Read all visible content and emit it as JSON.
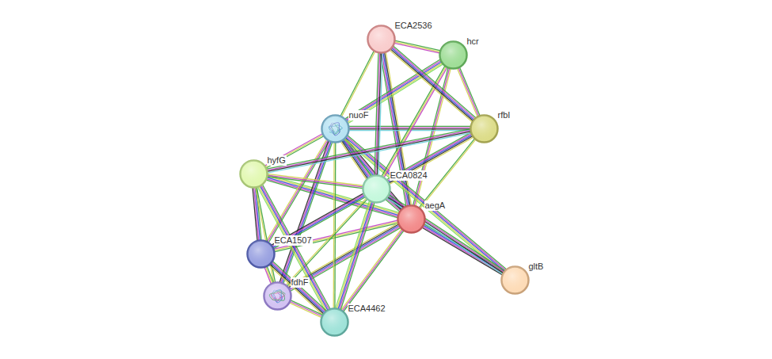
{
  "diagram": {
    "nodes": [
      {
        "text": [
          "ECA2536"
        ]
      },
      {
        "text": [
          "hcr"
        ]
      },
      {
        "text": [
          "nuoF"
        ]
      },
      {
        "text": [
          "rfbI"
        ]
      },
      {
        "text": [
          "hyfG"
        ]
      },
      {
        "text": [
          "ECA0824"
        ]
      },
      {
        "text": [
          "aegA"
        ]
      },
      {
        "text": [
          "ECA1507"
        ]
      },
      {
        "text": [
          "fdhF"
        ]
      },
      {
        "text": [
          "gltB"
        ]
      },
      {
        "text": [
          "ECA4462"
        ]
      }
    ],
    "edges": [
      {
        "from": 6,
        "to": 0,
        "arrow": "none"
      },
      {
        "from": 6,
        "to": 1,
        "arrow": "none"
      },
      {
        "from": 6,
        "to": 2,
        "arrow": "none"
      },
      {
        "from": 6,
        "to": 3,
        "arrow": "none"
      },
      {
        "from": 6,
        "to": 4,
        "arrow": "none"
      },
      {
        "from": 6,
        "to": 5,
        "arrow": "none"
      },
      {
        "from": 6,
        "to": 7,
        "arrow": "none"
      },
      {
        "from": 6,
        "to": 8,
        "arrow": "none"
      },
      {
        "from": 6,
        "to": 10,
        "arrow": "none"
      },
      {
        "from": 6,
        "to": 9,
        "arrow": "none"
      },
      {
        "from": 2,
        "to": 0,
        "arrow": "none"
      },
      {
        "from": 2,
        "to": 1,
        "arrow": "none"
      },
      {
        "from": 2,
        "to": 3,
        "arrow": "none"
      },
      {
        "from": 2,
        "to": 4,
        "arrow": "none"
      },
      {
        "from": 2,
        "to": 5,
        "arrow": "none"
      },
      {
        "from": 2,
        "to": 7,
        "arrow": "none"
      },
      {
        "from": 2,
        "to": 8,
        "arrow": "none"
      },
      {
        "from": 2,
        "to": 10,
        "arrow": "none"
      },
      {
        "from": 2,
        "to": 9,
        "arrow": "none"
      },
      {
        "from": 5,
        "to": 0,
        "arrow": "none"
      },
      {
        "from": 5,
        "to": 1,
        "arrow": "none"
      },
      {
        "from": 5,
        "to": 3,
        "arrow": "none"
      },
      {
        "from": 5,
        "to": 4,
        "arrow": "none"
      },
      {
        "from": 5,
        "to": 7,
        "arrow": "none"
      },
      {
        "from": 5,
        "to": 8,
        "arrow": "none"
      },
      {
        "from": 5,
        "to": 10,
        "arrow": "none"
      },
      {
        "from": 5,
        "to": 9,
        "arrow": "none"
      },
      {
        "from": 0,
        "to": 1,
        "arrow": "none"
      },
      {
        "from": 0,
        "to": 3,
        "arrow": "none"
      },
      {
        "from": 1,
        "to": 3,
        "arrow": "none"
      },
      {
        "from": 4,
        "to": 7,
        "arrow": "none"
      },
      {
        "from": 4,
        "to": 8,
        "arrow": "none"
      },
      {
        "from": 4,
        "to": 10,
        "arrow": "none"
      },
      {
        "from": 4,
        "to": 3,
        "arrow": "none"
      },
      {
        "from": 7,
        "to": 8,
        "arrow": "none"
      },
      {
        "from": 7,
        "to": 10,
        "arrow": "none"
      },
      {
        "from": 8,
        "to": 10,
        "arrow": "none"
      }
    ]
  }
}
